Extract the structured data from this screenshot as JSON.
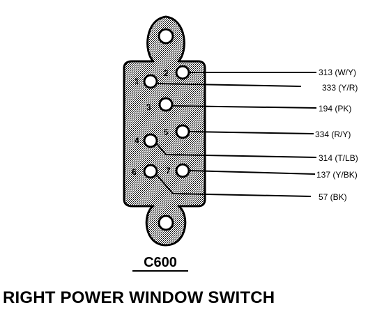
{
  "connector": {
    "id": "C600",
    "title": "RIGHT POWER WINDOW SWITCH",
    "pins": [
      {
        "number": "1"
      },
      {
        "number": "2"
      },
      {
        "number": "3"
      },
      {
        "number": "4"
      },
      {
        "number": "5"
      },
      {
        "number": "6"
      },
      {
        "number": "7"
      }
    ],
    "wires": [
      {
        "circuit": "313 (W/Y)"
      },
      {
        "circuit": "333 (Y/R)"
      },
      {
        "circuit": "194 (PK)"
      },
      {
        "circuit": "334 (R/Y)"
      },
      {
        "circuit": "314 (T/LB)"
      },
      {
        "circuit": "137 (Y/BK)"
      },
      {
        "circuit": "57 (BK)"
      }
    ]
  }
}
